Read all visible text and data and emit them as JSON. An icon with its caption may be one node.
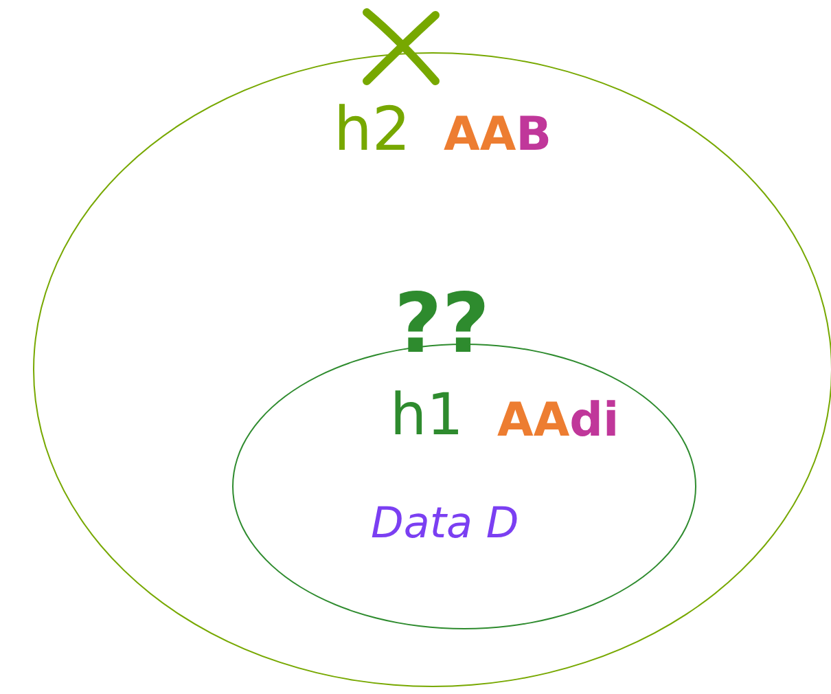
{
  "diagram": {
    "nodes": [
      {
        "text": [
          "h2",
          "AAB"
        ]
      },
      {
        "text": [
          "h1",
          "AAdi",
          "Data D"
        ],
        "in": 0
      }
    ],
    "labels": [
      "??"
    ]
  }
}
